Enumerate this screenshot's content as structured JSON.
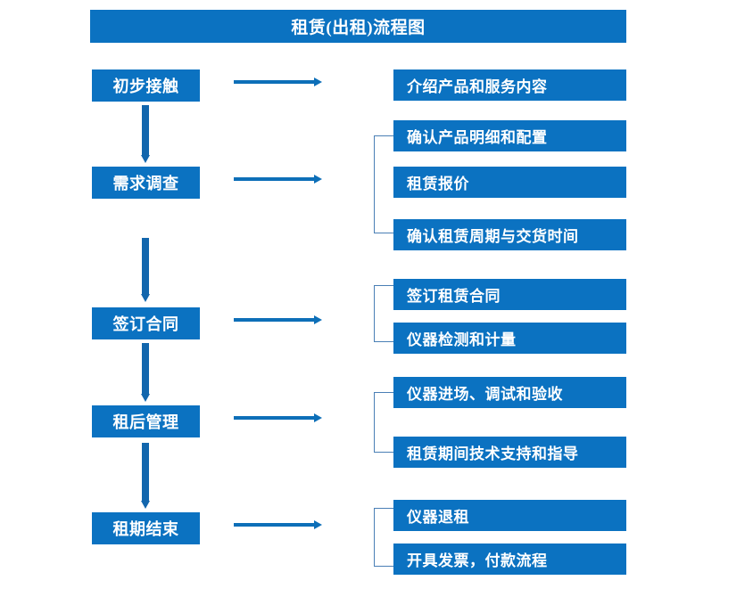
{
  "chart_data": {
    "type": "diagram",
    "title": "租赁(出租)流程图",
    "diagram_kind": "flowchart",
    "orientation": "vertical-with-side-details",
    "accent_color": "#0b72c1",
    "arrow_color": "#0d6fb8",
    "bracket_color": "#4a7fb5",
    "text_color": "#ffffff",
    "background_color": "#ffffff",
    "stages": [
      {
        "label": "初步接触",
        "details": [
          "介绍产品和服务内容"
        ],
        "has_bracket": false
      },
      {
        "label": "需求调查",
        "details": [
          "确认产品明细和配置",
          "租赁报价",
          "确认租赁周期与交货时间"
        ],
        "has_bracket": true
      },
      {
        "label": "签订合同",
        "details": [
          "签订租赁合同",
          "仪器检测和计量"
        ],
        "has_bracket": true
      },
      {
        "label": "租后管理",
        "details": [
          "仪器进场、调试和验收",
          "租赁期间技术支持和指导"
        ],
        "has_bracket": true
      },
      {
        "label": "租期结束",
        "details": [
          "仪器退租",
          "开具发票，付款流程"
        ],
        "has_bracket": true
      }
    ]
  },
  "title": {
    "text": "租赁(出租)流程图"
  },
  "stages": [
    {
      "label": "初步接触"
    },
    {
      "label": "需求调查"
    },
    {
      "label": "签订合同"
    },
    {
      "label": "租后管理"
    },
    {
      "label": "租期结束"
    }
  ],
  "details": [
    {
      "text": "介绍产品和服务内容"
    },
    {
      "text": "确认产品明细和配置"
    },
    {
      "text": "租赁报价"
    },
    {
      "text": "确认租赁周期与交货时间"
    },
    {
      "text": "签订租赁合同"
    },
    {
      "text": "仪器检测和计量"
    },
    {
      "text": "仪器进场、调试和验收"
    },
    {
      "text": "租赁期间技术支持和指导"
    },
    {
      "text": "仪器退租"
    },
    {
      "text": "开具发票，付款流程"
    }
  ]
}
